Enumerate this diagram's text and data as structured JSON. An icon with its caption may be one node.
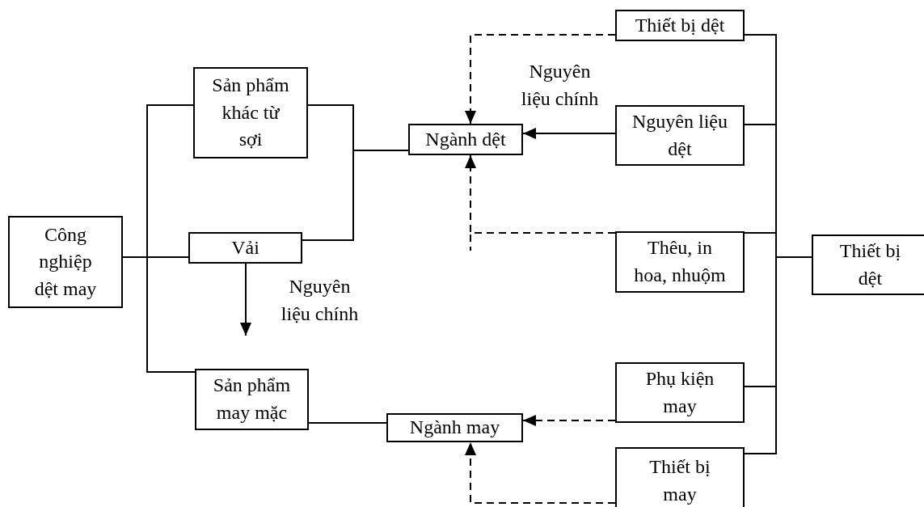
{
  "diagram": {
    "nodes": [
      {
        "text": [
          "Công nghiệp dệt may"
        ]
      },
      {
        "text": [
          "Sản phẩm khác từ sợi"
        ]
      },
      {
        "text": [
          "Vải"
        ]
      },
      {
        "text": [
          "Sản phẩm may mặc"
        ]
      },
      {
        "text": [
          "Ngành dệt"
        ]
      },
      {
        "text": [
          "Ngành may"
        ]
      },
      {
        "text": [
          "Thiết bị dệt"
        ]
      },
      {
        "text": [
          "Nguyên liệu dệt"
        ]
      },
      {
        "text": [
          "Thêu, in hoa, nhuộm"
        ]
      },
      {
        "text": [
          "Phụ kiện may"
        ]
      },
      {
        "text": [
          "Thiết bị may"
        ]
      },
      {
        "text": [
          "Thiết bị dệt"
        ]
      }
    ],
    "edges": [
      {
        "from": 0,
        "to": 1,
        "arrow": "none"
      },
      {
        "from": 0,
        "to": 2,
        "arrow": "none"
      },
      {
        "from": 0,
        "to": 3,
        "arrow": "none"
      },
      {
        "from": 1,
        "to": 4,
        "arrow": "none"
      },
      {
        "from": 2,
        "to": 4,
        "arrow": "none"
      },
      {
        "from": 3,
        "to": 5,
        "arrow": "none"
      },
      {
        "from": 2,
        "to": null,
        "arrow": "to",
        "label": "Nguyên liệu chính"
      },
      {
        "from": 7,
        "to": 4,
        "arrow": "to",
        "label": "Nguyên liệu chính"
      },
      {
        "from": 6,
        "to": 4,
        "arrow": "to",
        "style": "dashed"
      },
      {
        "from": 8,
        "to": 4,
        "arrow": "to",
        "style": "dashed"
      },
      {
        "from": 9,
        "to": 5,
        "arrow": "to",
        "style": "dashed"
      },
      {
        "from": 10,
        "to": 5,
        "arrow": "to",
        "style": "dashed"
      },
      {
        "from": 11,
        "to": 6,
        "arrow": "none"
      },
      {
        "from": 11,
        "to": 7,
        "arrow": "none"
      },
      {
        "from": 11,
        "to": 8,
        "arrow": "none"
      },
      {
        "from": 11,
        "to": 9,
        "arrow": "none"
      },
      {
        "from": 11,
        "to": 10,
        "arrow": "none"
      }
    ]
  }
}
